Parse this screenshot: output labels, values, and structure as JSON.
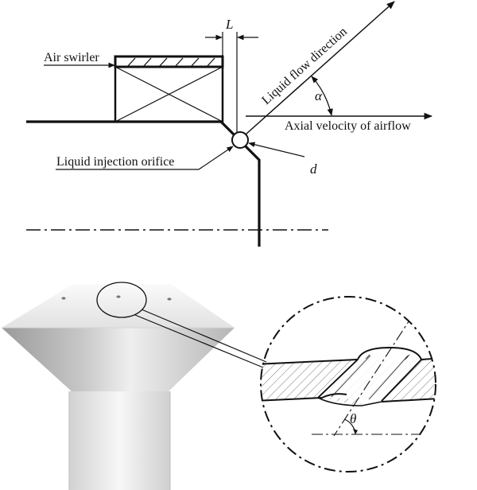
{
  "labels": {
    "air_swirler": "Air swirler",
    "liquid_flow_direction": "Liquid flow direction",
    "axial_velocity": "Axial velocity of airflow",
    "liquid_injection_orifice": "Liquid injection orifice",
    "length_L": "L",
    "angle_alpha": "α",
    "diameter_d": "d",
    "angle_theta": "θ"
  }
}
